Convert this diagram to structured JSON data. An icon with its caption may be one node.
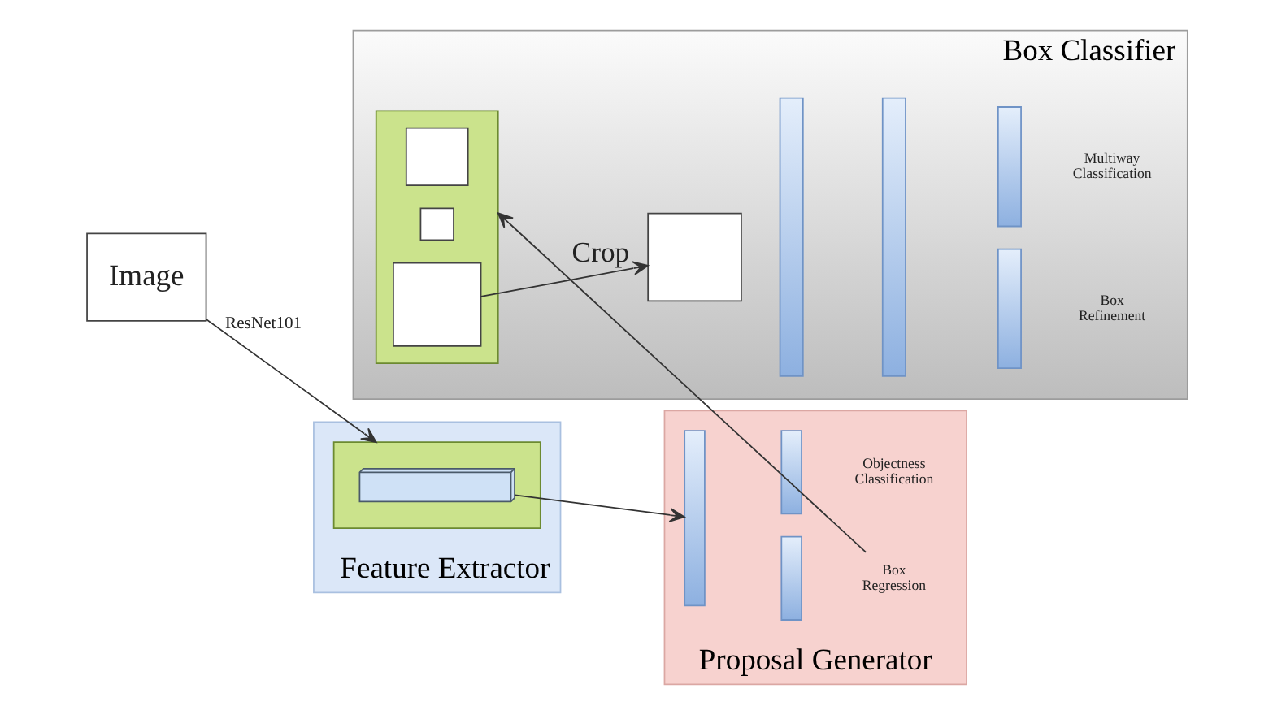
{
  "diagram": {
    "nodes": [
      {
        "text": [
          "Image"
        ]
      },
      {
        "text": [
          "Feature Extractor"
        ]
      },
      {
        "text": [],
        "shape": "box",
        "in": 1
      },
      {
        "text": [],
        "shape": "box",
        "in": 2
      },
      {
        "text": [
          "Proposal Generator"
        ]
      },
      {
        "text": [],
        "shape": "bar",
        "in": 4
      },
      {
        "text": [],
        "shape": "bar",
        "in": 4,
        "beside": [
          "Objectness Classification"
        ]
      },
      {
        "text": [],
        "shape": "bar",
        "in": 4
      },
      {
        "text": [
          "Box Regression"
        ],
        "in": 4
      },
      {
        "text": [
          "Box Classifier"
        ]
      },
      {
        "text": [],
        "shape": "box",
        "in": 9
      },
      {
        "text": [],
        "shape": "box",
        "in": 10
      },
      {
        "text": [],
        "shape": "box",
        "in": 10
      },
      {
        "text": [],
        "shape": "box",
        "in": 10
      },
      {
        "text": [],
        "shape": "box",
        "in": 9
      },
      {
        "text": [],
        "shape": "bar",
        "in": 9
      },
      {
        "text": [],
        "shape": "bar",
        "in": 9
      },
      {
        "text": [],
        "shape": "bar",
        "in": 9,
        "beside": [
          "Multiway Classification"
        ]
      },
      {
        "text": [],
        "shape": "bar",
        "in": 9,
        "beside": [
          "Box Refinement"
        ]
      }
    ],
    "edges": [
      {
        "from": 0,
        "to": 2,
        "label": "ResNet101",
        "arrow": "to"
      },
      {
        "from": 3,
        "to": 5,
        "arrow": "to"
      },
      {
        "from": 8,
        "to": 10,
        "arrow": "to"
      },
      {
        "from": 13,
        "to": 14,
        "label": "Crop",
        "arrow": "to"
      }
    ]
  }
}
